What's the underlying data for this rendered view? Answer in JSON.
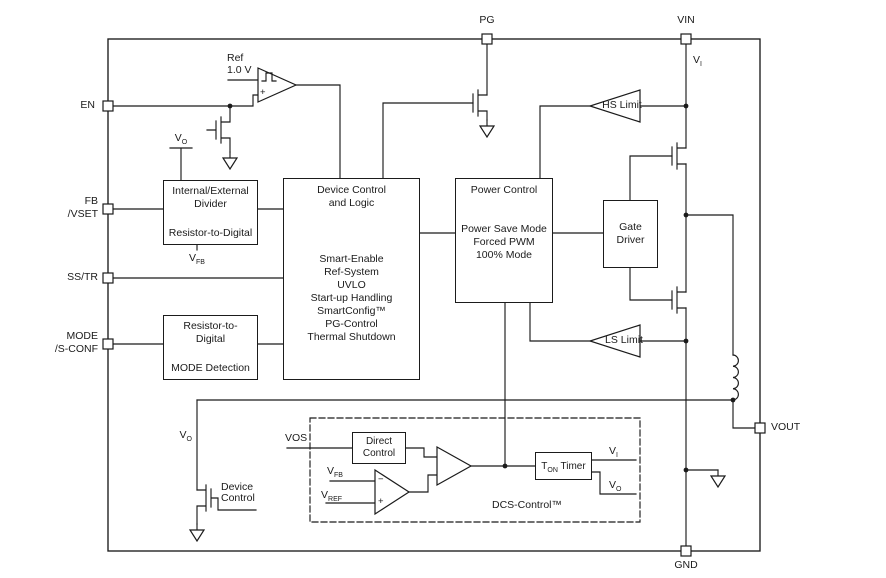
{
  "pins": {
    "pg": "PG",
    "vin": "VIN",
    "en": "EN",
    "fb_line1": "FB",
    "fb_line2": "/VSET",
    "sstr": "SS/TR",
    "mode_line1": "MODE",
    "mode_line2": "/S-CONF",
    "vout": "VOUT",
    "gnd": "GND"
  },
  "blocks": {
    "divider": {
      "line1": "Internal/External",
      "line2": "Divider",
      "line3": "Resistor-to-Digital"
    },
    "device_control": {
      "title_line1": "Device Control",
      "title_line2": "and Logic",
      "items": [
        "Smart-Enable",
        "Ref-System",
        "UVLO",
        "Start-up Handling",
        "SmartConfig™",
        "PG-Control",
        "Thermal Shutdown"
      ]
    },
    "power_control": {
      "title": "Power Control",
      "items": [
        "Power Save Mode",
        "Forced PWM",
        "100% Mode"
      ]
    },
    "gate_driver": {
      "line1": "Gate",
      "line2": "Driver"
    },
    "mode_detect": {
      "line1": "Resistor-to-",
      "line2": "Digital",
      "line3": "MODE Detection"
    },
    "direct_control": {
      "line1": "Direct",
      "line2": "Control"
    },
    "ton_timer": {
      "base": "T",
      "sub": "ON",
      "rest": " Timer"
    },
    "dcs_label": "DCS-Control™"
  },
  "labels": {
    "ref_line1": "Ref",
    "ref_line2": "1.0 V",
    "hs_limit": "HS Limit",
    "ls_limit": "LS Limit",
    "vos": "VOS",
    "vi": {
      "base": "V",
      "sub": "I"
    },
    "vo": {
      "base": "V",
      "sub": "O"
    },
    "vfb": {
      "base": "V",
      "sub": "FB"
    },
    "vref": {
      "base": "V",
      "sub": "REF"
    },
    "device_net_line1": "Device",
    "device_net_line2": "Control",
    "comparator_plus": "+",
    "comparator_minus": "−"
  }
}
